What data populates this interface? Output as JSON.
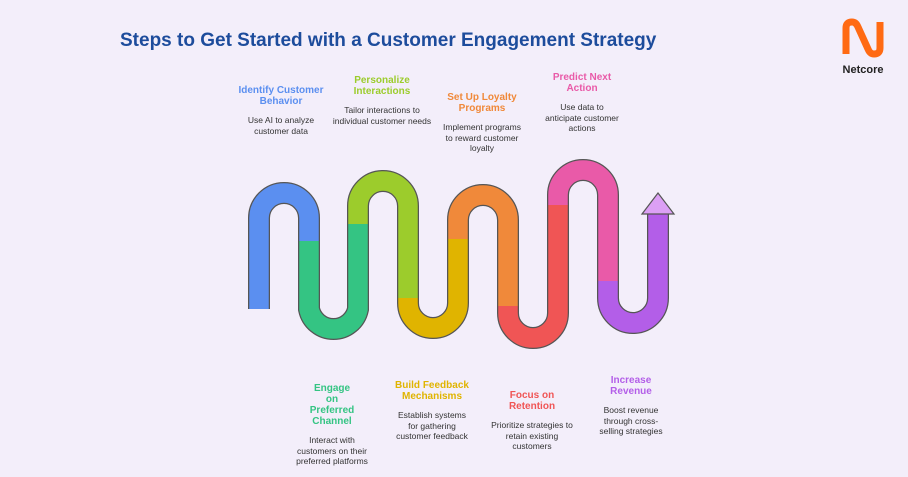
{
  "title": "Steps to Get Started with a Customer Engagement Strategy",
  "logo": {
    "text": "Netcore",
    "color": "#ff6a13"
  },
  "steps": [
    {
      "title": "Identify Customer Behavior",
      "desc": "Use AI to analyze customer data",
      "color": "#5b8ff0"
    },
    {
      "title": "Engage on Preferred Channel",
      "desc": "Interact with customers on their preferred platforms",
      "color": "#34c483"
    },
    {
      "title": "Personalize Interactions",
      "desc": "Tailor interactions to individual customer needs",
      "color": "#9ccc2c"
    },
    {
      "title": "Build Feedback Mechanisms",
      "desc": "Establish systems for gathering customer feedback",
      "color": "#e0b400"
    },
    {
      "title": "Set Up Loyalty Programs",
      "desc": "Implement programs to reward customer loyalty",
      "color": "#f0893a"
    },
    {
      "title": "Focus on Retention",
      "desc": "Prioritize strategies to retain existing customers",
      "color": "#f05555"
    },
    {
      "title": "Predict Next Action",
      "desc": "Use data to anticipate customer actions",
      "color": "#e95aa8"
    },
    {
      "title": "Increase Revenue",
      "desc": "Boost revenue through cross-selling strategies",
      "color": "#b35ee8"
    }
  ]
}
